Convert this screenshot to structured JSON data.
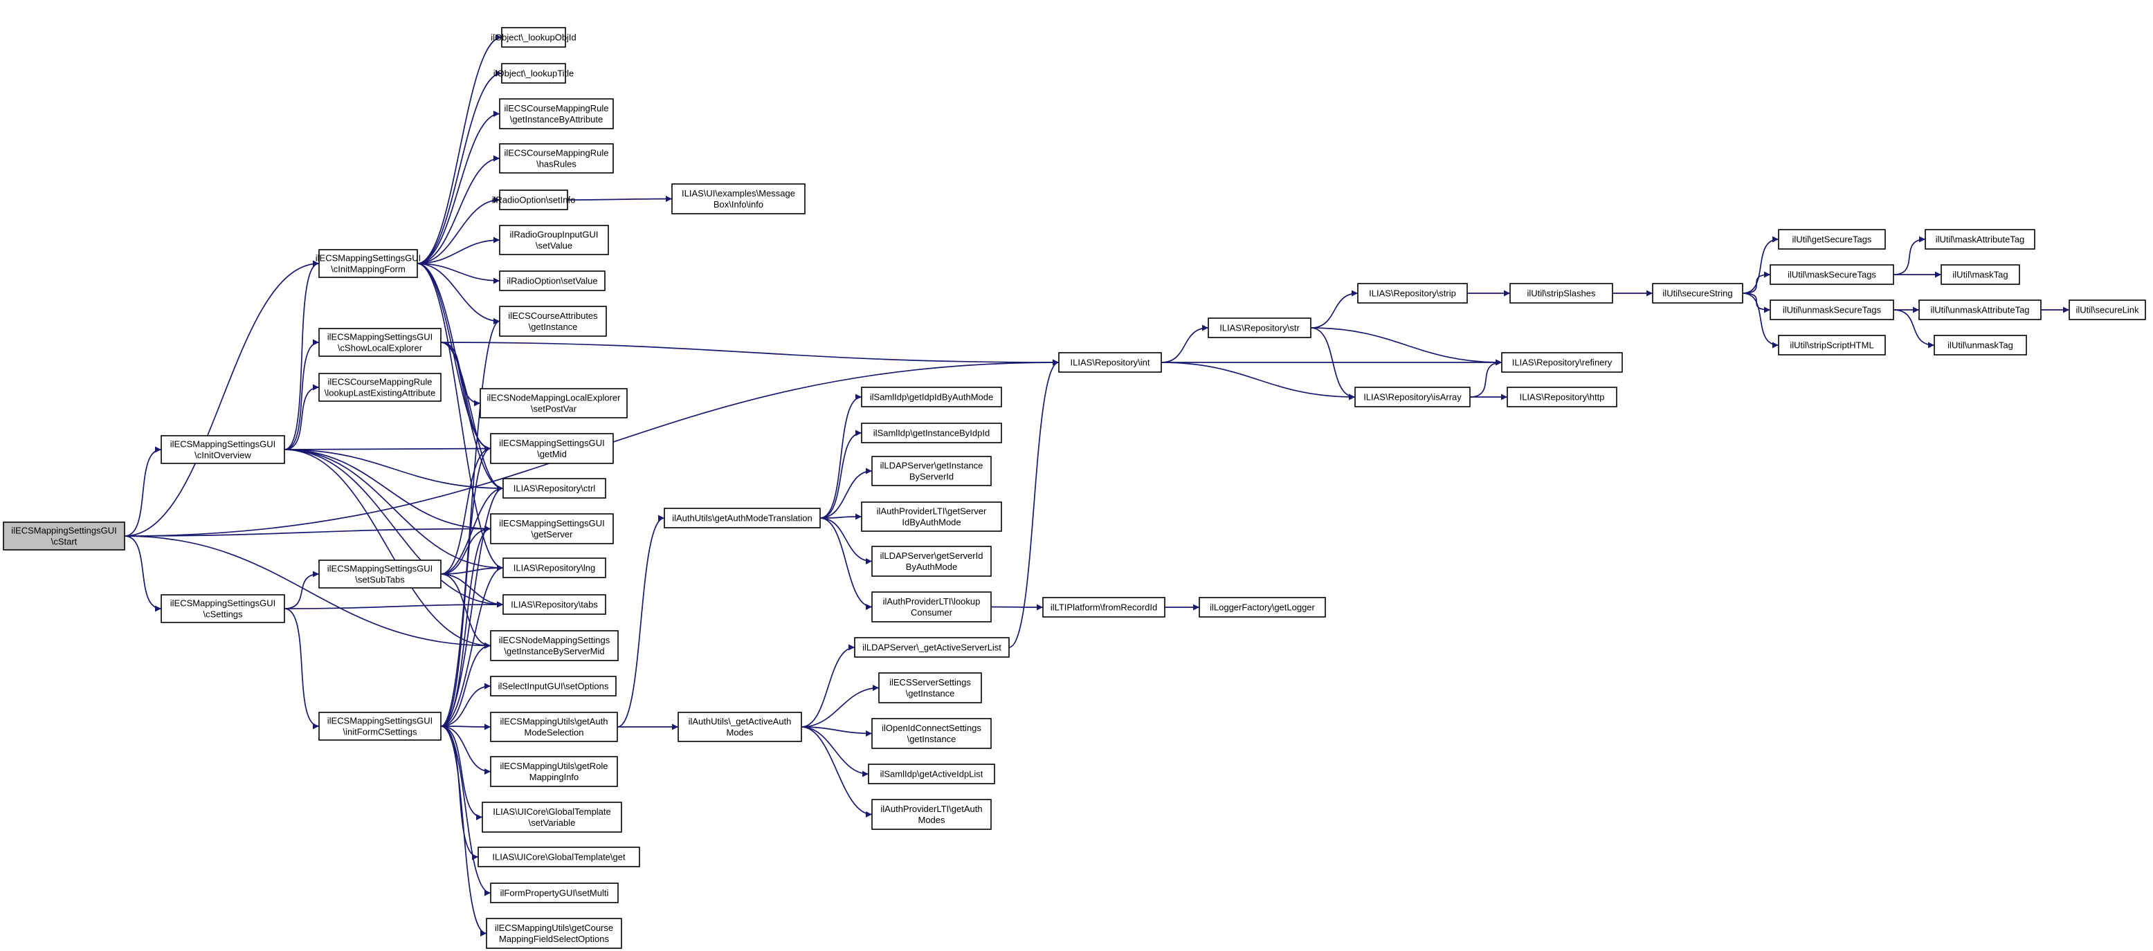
{
  "colors": {
    "edge": "#191970",
    "node_border": "#000000",
    "root_fill": "#bfbfbf",
    "background": "#ffffff"
  },
  "nodes": [
    {
      "id": "root",
      "lines": [
        "ilECSMappingSettingsGUI",
        "\\cStart"
      ],
      "root": true
    },
    {
      "id": "initMap",
      "lines": [
        "ilECSMappingSettingsGUI",
        "\\cInitMappingForm"
      ]
    },
    {
      "id": "showLocal",
      "lines": [
        "ilECSMappingSettingsGUI",
        "\\cShowLocalExplorer"
      ]
    },
    {
      "id": "lookupLast",
      "lines": [
        "ilECSCourseMappingRule",
        "\\lookupLastExistingAttribute"
      ]
    },
    {
      "id": "initOver",
      "lines": [
        "ilECSMappingSettingsGUI",
        "\\cInitOverview"
      ]
    },
    {
      "id": "settings",
      "lines": [
        "ilECSMappingSettingsGUI",
        "\\cSettings"
      ]
    },
    {
      "id": "setSubTabs",
      "lines": [
        "ilECSMappingSettingsGUI",
        "\\setSubTabs"
      ]
    },
    {
      "id": "initForm",
      "lines": [
        "ilECSMappingSettingsGUI",
        "\\initFormCSettings"
      ]
    },
    {
      "id": "lookupObjId",
      "lines": [
        "ilObject\\_lookupObjId"
      ]
    },
    {
      "id": "lookupTitle",
      "lines": [
        "ilObject\\_lookupTitle"
      ]
    },
    {
      "id": "getInstByAttr",
      "lines": [
        "ilECSCourseMappingRule",
        "\\getInstanceByAttribute"
      ]
    },
    {
      "id": "hasRules",
      "lines": [
        "ilECSCourseMappingRule",
        "\\hasRules"
      ]
    },
    {
      "id": "radioSetInfo",
      "lines": [
        "ilRadioOption\\setInfo"
      ]
    },
    {
      "id": "msgBoxInfo",
      "lines": [
        "ILIAS\\UI\\examples\\Message",
        "Box\\Info\\info"
      ]
    },
    {
      "id": "radioGroupSetValue",
      "lines": [
        "ilRadioGroupInputGUI",
        "\\setValue"
      ]
    },
    {
      "id": "radioSetValue",
      "lines": [
        "ilRadioOption\\setValue"
      ]
    },
    {
      "id": "courseAttrGetInst",
      "lines": [
        "ilECSCourseAttributes",
        "\\getInstance"
      ]
    },
    {
      "id": "nodeLocalSetPost",
      "lines": [
        "ilECSNodeMappingLocalExplorer",
        "\\setPostVar"
      ]
    },
    {
      "id": "getMid",
      "lines": [
        "ilECSMappingSettingsGUI",
        "\\getMid"
      ]
    },
    {
      "id": "ctrl",
      "lines": [
        "ILIAS\\Repository\\ctrl"
      ]
    },
    {
      "id": "getServer",
      "lines": [
        "ilECSMappingSettingsGUI",
        "\\getServer"
      ]
    },
    {
      "id": "lng",
      "lines": [
        "ILIAS\\Repository\\lng"
      ]
    },
    {
      "id": "tabs",
      "lines": [
        "ILIAS\\Repository\\tabs"
      ]
    },
    {
      "id": "nodeMapGetInst",
      "lines": [
        "ilECSNodeMappingSettings",
        "\\getInstanceByServerMid"
      ]
    },
    {
      "id": "selectSetOptions",
      "lines": [
        "ilSelectInputGUI\\setOptions"
      ]
    },
    {
      "id": "getAuthModeSel",
      "lines": [
        "ilECSMappingUtils\\getAuth",
        "ModeSelection"
      ]
    },
    {
      "id": "getRoleMap",
      "lines": [
        "ilECSMappingUtils\\getRole",
        "MappingInfo"
      ]
    },
    {
      "id": "gtSetVariable",
      "lines": [
        "ILIAS\\UICore\\GlobalTemplate",
        "\\setVariable"
      ]
    },
    {
      "id": "gtGet",
      "lines": [
        "ILIAS\\UICore\\GlobalTemplate\\get"
      ]
    },
    {
      "id": "setMulti",
      "lines": [
        "ilFormPropertyGUI\\setMulti"
      ]
    },
    {
      "id": "getCourseMap",
      "lines": [
        "ilECSMappingUtils\\getCourse",
        "MappingFieldSelectOptions"
      ]
    },
    {
      "id": "authModeTrans",
      "lines": [
        "ilAuthUtils\\getAuthModeTranslation"
      ]
    },
    {
      "id": "getActiveAuth",
      "lines": [
        "ilAuthUtils\\_getActiveAuth",
        "Modes"
      ]
    },
    {
      "id": "samlGetIdpId",
      "lines": [
        "ilSamlIdp\\getIdpIdByAuthMode"
      ]
    },
    {
      "id": "samlGetInst",
      "lines": [
        "ilSamlIdp\\getInstanceByIdpId"
      ]
    },
    {
      "id": "ldapGetInst",
      "lines": [
        "ilLDAPServer\\getInstance",
        "ByServerId"
      ]
    },
    {
      "id": "ltiGetServerId",
      "lines": [
        "ilAuthProviderLTI\\getServer",
        "IdByAuthMode"
      ]
    },
    {
      "id": "ldapGetServerId",
      "lines": [
        "ilLDAPServer\\getServerId",
        "ByAuthMode"
      ]
    },
    {
      "id": "ltiLookupConsumer",
      "lines": [
        "ilAuthProviderLTI\\lookup",
        "Consumer"
      ]
    },
    {
      "id": "ldapActiveList",
      "lines": [
        "ilLDAPServer\\_getActiveServerList"
      ]
    },
    {
      "id": "ecsServerGetInst",
      "lines": [
        "ilECSServerSettings",
        "\\getInstance"
      ]
    },
    {
      "id": "oidcGetInst",
      "lines": [
        "ilOpenIdConnectSettings",
        "\\getInstance"
      ]
    },
    {
      "id": "samlActiveList",
      "lines": [
        "ilSamlIdp\\getActiveIdpList"
      ]
    },
    {
      "id": "ltiGetAuthModes",
      "lines": [
        "ilAuthProviderLTI\\getAuth",
        "Modes"
      ]
    },
    {
      "id": "ltiFromRecord",
      "lines": [
        "ilLTIPlatform\\fromRecordId"
      ]
    },
    {
      "id": "loggerGet",
      "lines": [
        "ilLoggerFactory\\getLogger"
      ]
    },
    {
      "id": "repoInt",
      "lines": [
        "ILIAS\\Repository\\int"
      ]
    },
    {
      "id": "repoStr",
      "lines": [
        "ILIAS\\Repository\\str"
      ]
    },
    {
      "id": "repoIsArray",
      "lines": [
        "ILIAS\\Repository\\isArray"
      ]
    },
    {
      "id": "repoStrip",
      "lines": [
        "ILIAS\\Repository\\strip"
      ]
    },
    {
      "id": "repoRefinery",
      "lines": [
        "ILIAS\\Repository\\refinery"
      ]
    },
    {
      "id": "repoHttp",
      "lines": [
        "ILIAS\\Repository\\http"
      ]
    },
    {
      "id": "stripSlashes",
      "lines": [
        "ilUtil\\stripSlashes"
      ]
    },
    {
      "id": "secureString",
      "lines": [
        "ilUtil\\secureString"
      ]
    },
    {
      "id": "getSecureTags",
      "lines": [
        "ilUtil\\getSecureTags"
      ]
    },
    {
      "id": "maskSecureTags",
      "lines": [
        "ilUtil\\maskSecureTags"
      ]
    },
    {
      "id": "unmaskSecureTags",
      "lines": [
        "ilUtil\\unmaskSecureTags"
      ]
    },
    {
      "id": "stripScriptHTML",
      "lines": [
        "ilUtil\\stripScriptHTML"
      ]
    },
    {
      "id": "maskAttrTag",
      "lines": [
        "ilUtil\\maskAttributeTag"
      ]
    },
    {
      "id": "maskTag",
      "lines": [
        "ilUtil\\maskTag"
      ]
    },
    {
      "id": "unmaskAttrTag",
      "lines": [
        "ilUtil\\unmaskAttributeTag"
      ]
    },
    {
      "id": "unmaskTag",
      "lines": [
        "ilUtil\\unmaskTag"
      ]
    },
    {
      "id": "secureLink",
      "lines": [
        "ilUtil\\secureLink"
      ]
    }
  ],
  "edges": [
    [
      "root",
      "initMap"
    ],
    [
      "root",
      "initOver"
    ],
    [
      "root",
      "settings"
    ],
    [
      "root",
      "getServer"
    ],
    [
      "root",
      "nodeMapGetInst"
    ],
    [
      "root",
      "repoInt"
    ],
    [
      "initMap",
      "lookupObjId"
    ],
    [
      "initMap",
      "lookupTitle"
    ],
    [
      "initMap",
      "getInstByAttr"
    ],
    [
      "initMap",
      "hasRules"
    ],
    [
      "initMap",
      "radioSetInfo"
    ],
    [
      "initMap",
      "radioGroupSetValue"
    ],
    [
      "initMap",
      "radioSetValue"
    ],
    [
      "initMap",
      "courseAttrGetInst"
    ],
    [
      "initMap",
      "getMid"
    ],
    [
      "initMap",
      "ctrl"
    ],
    [
      "initMap",
      "lng"
    ],
    [
      "showLocal",
      "repoInt"
    ],
    [
      "showLocal",
      "nodeLocalSetPost"
    ],
    [
      "showLocal",
      "getMid"
    ],
    [
      "showLocal",
      "ctrl"
    ],
    [
      "initOver",
      "initMap"
    ],
    [
      "initOver",
      "showLocal"
    ],
    [
      "initOver",
      "lookupLast"
    ],
    [
      "initOver",
      "getMid"
    ],
    [
      "initOver",
      "ctrl"
    ],
    [
      "initOver",
      "getServer"
    ],
    [
      "initOver",
      "lng"
    ],
    [
      "initOver",
      "tabs"
    ],
    [
      "initOver",
      "nodeMapGetInst"
    ],
    [
      "settings",
      "setSubTabs"
    ],
    [
      "settings",
      "initForm"
    ],
    [
      "settings",
      "tabs"
    ],
    [
      "setSubTabs",
      "ctrl"
    ],
    [
      "setSubTabs",
      "lng"
    ],
    [
      "setSubTabs",
      "tabs"
    ],
    [
      "setSubTabs",
      "getMid"
    ],
    [
      "setSubTabs",
      "getServer"
    ],
    [
      "setSubTabs",
      "nodeMapGetInst"
    ],
    [
      "initForm",
      "courseAttrGetInst"
    ],
    [
      "initForm",
      "getMid"
    ],
    [
      "initForm",
      "ctrl"
    ],
    [
      "initForm",
      "getServer"
    ],
    [
      "initForm",
      "lng"
    ],
    [
      "initForm",
      "nodeMapGetInst"
    ],
    [
      "initForm",
      "selectSetOptions"
    ],
    [
      "initForm",
      "getAuthModeSel"
    ],
    [
      "initForm",
      "getRoleMap"
    ],
    [
      "initForm",
      "gtSetVariable"
    ],
    [
      "initForm",
      "gtGet"
    ],
    [
      "initForm",
      "setMulti"
    ],
    [
      "initForm",
      "getCourseMap"
    ],
    [
      "radioSetInfo",
      "msgBoxInfo"
    ],
    [
      "getAuthModeSel",
      "authModeTrans"
    ],
    [
      "getAuthModeSel",
      "getActiveAuth"
    ],
    [
      "authModeTrans",
      "samlGetIdpId"
    ],
    [
      "authModeTrans",
      "samlGetInst"
    ],
    [
      "authModeTrans",
      "ldapGetInst"
    ],
    [
      "authModeTrans",
      "ltiGetServerId"
    ],
    [
      "authModeTrans",
      "ldapGetServerId"
    ],
    [
      "authModeTrans",
      "ltiLookupConsumer"
    ],
    [
      "ltiLookupConsumer",
      "ltiFromRecord"
    ],
    [
      "ltiFromRecord",
      "loggerGet"
    ],
    [
      "getActiveAuth",
      "ldapActiveList"
    ],
    [
      "getActiveAuth",
      "ecsServerGetInst"
    ],
    [
      "getActiveAuth",
      "oidcGetInst"
    ],
    [
      "getActiveAuth",
      "samlActiveList"
    ],
    [
      "getActiveAuth",
      "ltiGetAuthModes"
    ],
    [
      "ldapActiveList",
      "repoInt"
    ],
    [
      "repoInt",
      "repoStr"
    ],
    [
      "repoInt",
      "repoIsArray"
    ],
    [
      "repoInt",
      "repoRefinery"
    ],
    [
      "repoStr",
      "repoStrip"
    ],
    [
      "repoStr",
      "repoRefinery"
    ],
    [
      "repoStr",
      "repoIsArray"
    ],
    [
      "repoIsArray",
      "repoRefinery"
    ],
    [
      "repoIsArray",
      "repoHttp"
    ],
    [
      "repoStrip",
      "stripSlashes"
    ],
    [
      "stripSlashes",
      "secureString"
    ],
    [
      "secureString",
      "getSecureTags"
    ],
    [
      "secureString",
      "maskSecureTags"
    ],
    [
      "secureString",
      "unmaskSecureTags"
    ],
    [
      "secureString",
      "stripScriptHTML"
    ],
    [
      "maskSecureTags",
      "maskAttrTag"
    ],
    [
      "maskSecureTags",
      "maskTag"
    ],
    [
      "unmaskSecureTags",
      "unmaskAttrTag"
    ],
    [
      "unmaskSecureTags",
      "unmaskTag"
    ],
    [
      "unmaskAttrTag",
      "secureLink"
    ]
  ]
}
